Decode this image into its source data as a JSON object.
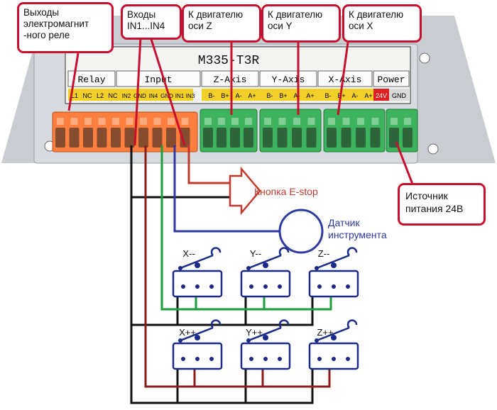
{
  "device": {
    "model": "M335-T3R",
    "sections": [
      "Relay",
      "Input",
      "Z-Axis",
      "Y-Axis",
      "X-Axis",
      "Power"
    ],
    "pins_relay_input": [
      "L1",
      "NC",
      "L2",
      "NC",
      "IN2",
      "GND",
      "IN4",
      "GND",
      "IN1",
      "IN3"
    ],
    "pins_axis": [
      "B-",
      "B+",
      "A-",
      "A+"
    ],
    "pins_power": [
      "24V",
      "GND"
    ]
  },
  "callouts": {
    "relay": [
      "Выходы",
      "электромагнит",
      "-ного реле"
    ],
    "inputs": [
      "Входы",
      "IN1...IN4"
    ],
    "z_motor": [
      "К двигателю",
      "оси Z"
    ],
    "y_motor": [
      "К двигателю",
      "оси Y"
    ],
    "x_motor": [
      "К двигателю",
      "оси X"
    ],
    "power": [
      "Источник",
      "питания 24В"
    ]
  },
  "labels": {
    "estop": "Кнопка E-stop",
    "sensor": [
      "Датчик",
      "инструмента"
    ],
    "switches_top": [
      "X--",
      "Y--",
      "Z--"
    ],
    "switches_bottom": [
      "X++",
      "Y++",
      "Z++"
    ]
  },
  "colors": {
    "callout_border": "#c8102e",
    "estop_wire": "#c0392b",
    "sensor_wire": "#2e3a9f",
    "green_wire": "#1e9e3a",
    "black_wire": "#111111",
    "relay_block": "#ff7f3f",
    "motor_block": "#3cb35c"
  }
}
